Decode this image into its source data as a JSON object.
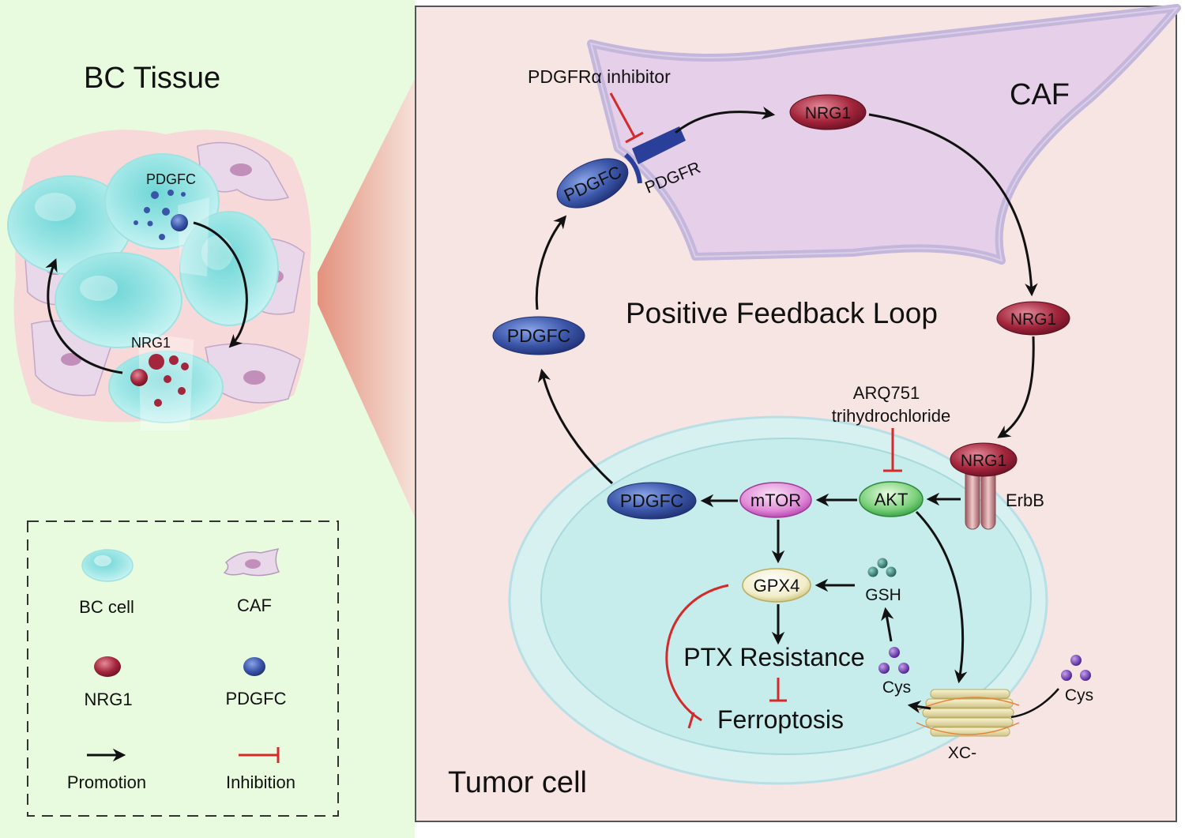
{
  "left_panel": {
    "title": "BC Tissue",
    "tissue_labels": {
      "pdgfc": "PDGFC",
      "nrg1": "NRG1"
    },
    "legend": {
      "bc_cell": "BC cell",
      "caf": "CAF",
      "nrg1": "NRG1",
      "pdgfc": "PDGFC",
      "promotion": "Promotion",
      "inhibition": "Inhibition"
    }
  },
  "right_panel": {
    "caf_label": "CAF",
    "tumor_label": "Tumor cell",
    "loop_title": "Positive Feedback Loop",
    "inhibitor_pdgfr": "PDGFRα inhibitor",
    "receptor_pdgfr": "PDGFR",
    "inhibitor_arq_line1": "ARQ751",
    "inhibitor_arq_line2": "trihydrochloride",
    "nodes": {
      "pdgfc_bound": "PDGFC",
      "nrg1_caf": "NRG1",
      "nrg1_mid": "NRG1",
      "pdgfc_left": "PDGFC",
      "nrg1_receptor": "NRG1",
      "erbb": "ErbB",
      "akt": "AKT",
      "mtor": "mTOR",
      "pdgfc_cell": "PDGFC",
      "gpx4": "GPX4",
      "gsh": "GSH",
      "cys_in": "Cys",
      "cys_out": "Cys",
      "xc": "XC-",
      "ptx": "PTX Resistance",
      "ferroptosis": "Ferroptosis"
    }
  },
  "colors": {
    "left_bg": "#e8fbdf",
    "right_bg": "#f7e5e3",
    "caf_fill": "#e6cfe8",
    "tumor_fill": "#c6ecec",
    "nrg1": "#a3263c",
    "pdgfc": "#3a55a8",
    "akt": "#5cc45c",
    "mtor": "#d45fc8",
    "gpx4": "#ece4a8",
    "inhibit": "#d42a2a"
  }
}
